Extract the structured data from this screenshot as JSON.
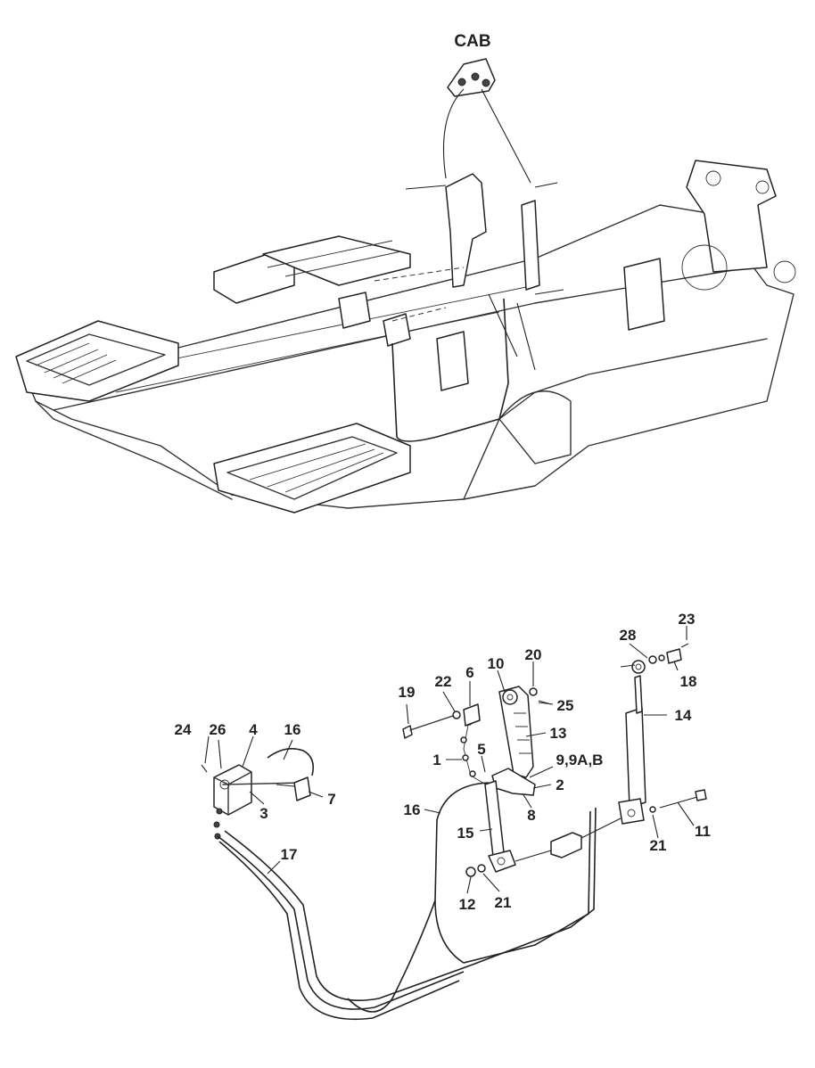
{
  "diagram": {
    "top_label": "CAB",
    "callouts": [
      {
        "id": "c23",
        "text": "23"
      },
      {
        "id": "c28",
        "text": "28"
      },
      {
        "id": "c18",
        "text": "18"
      },
      {
        "id": "c14",
        "text": "14"
      },
      {
        "id": "c10",
        "text": "10"
      },
      {
        "id": "c20",
        "text": "20"
      },
      {
        "id": "c6",
        "text": "6"
      },
      {
        "id": "c22",
        "text": "22"
      },
      {
        "id": "c19",
        "text": "19"
      },
      {
        "id": "c25",
        "text": "25"
      },
      {
        "id": "c13",
        "text": "13"
      },
      {
        "id": "c5",
        "text": "5"
      },
      {
        "id": "c1",
        "text": "1"
      },
      {
        "id": "c9",
        "text": "9,9A,B"
      },
      {
        "id": "c2",
        "text": "2"
      },
      {
        "id": "c8",
        "text": "8"
      },
      {
        "id": "c24",
        "text": "24"
      },
      {
        "id": "c26",
        "text": "26"
      },
      {
        "id": "c4",
        "text": "4"
      },
      {
        "id": "c16a",
        "text": "16"
      },
      {
        "id": "c7",
        "text": "7"
      },
      {
        "id": "c3",
        "text": "3"
      },
      {
        "id": "c16b",
        "text": "16"
      },
      {
        "id": "c15",
        "text": "15"
      },
      {
        "id": "c17",
        "text": "17"
      },
      {
        "id": "c11",
        "text": "11"
      },
      {
        "id": "c21a",
        "text": "21"
      },
      {
        "id": "c12",
        "text": "12"
      },
      {
        "id": "c21b",
        "text": "21"
      }
    ]
  }
}
